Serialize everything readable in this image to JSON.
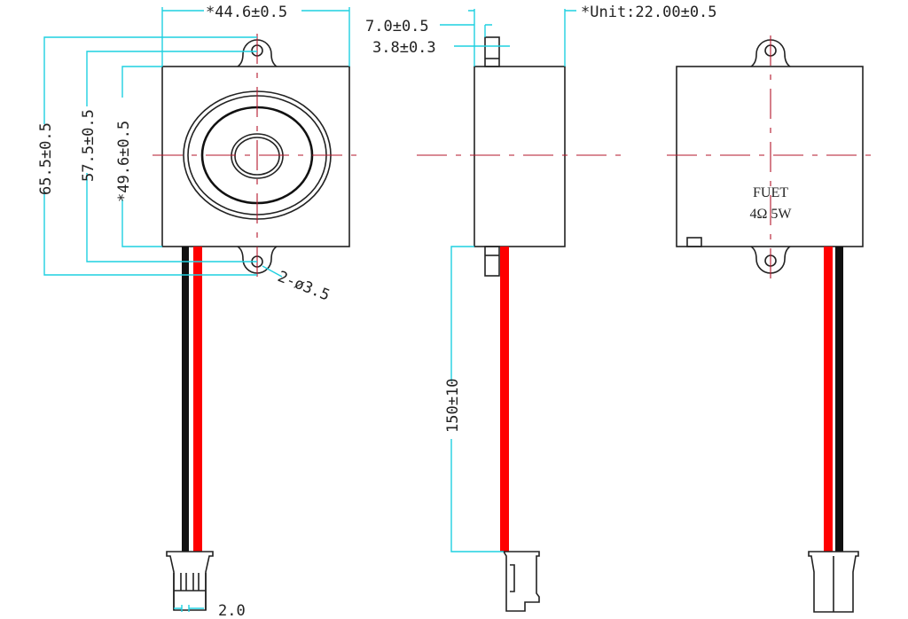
{
  "dimensions": {
    "width": "*44.6±0.5",
    "overall_height": "65.5±0.5",
    "hole_pitch": "57.5±0.5",
    "body_height": "*49.6±0.5",
    "holes": "2-ø3.5",
    "depth_total": "7.0±0.5",
    "tab_depth": "3.8±0.3",
    "unit_depth": "*Unit:22.00±0.5",
    "wire_length": "150±10",
    "pin_pitch": "2.0"
  },
  "label": {
    "brand": "FUET",
    "rating": "4Ω 5W"
  },
  "colors": {
    "dimension": "#1fd0e0",
    "centerline": "#b3162a",
    "wire_red": "#ff0000",
    "wire_black": "#111111"
  }
}
